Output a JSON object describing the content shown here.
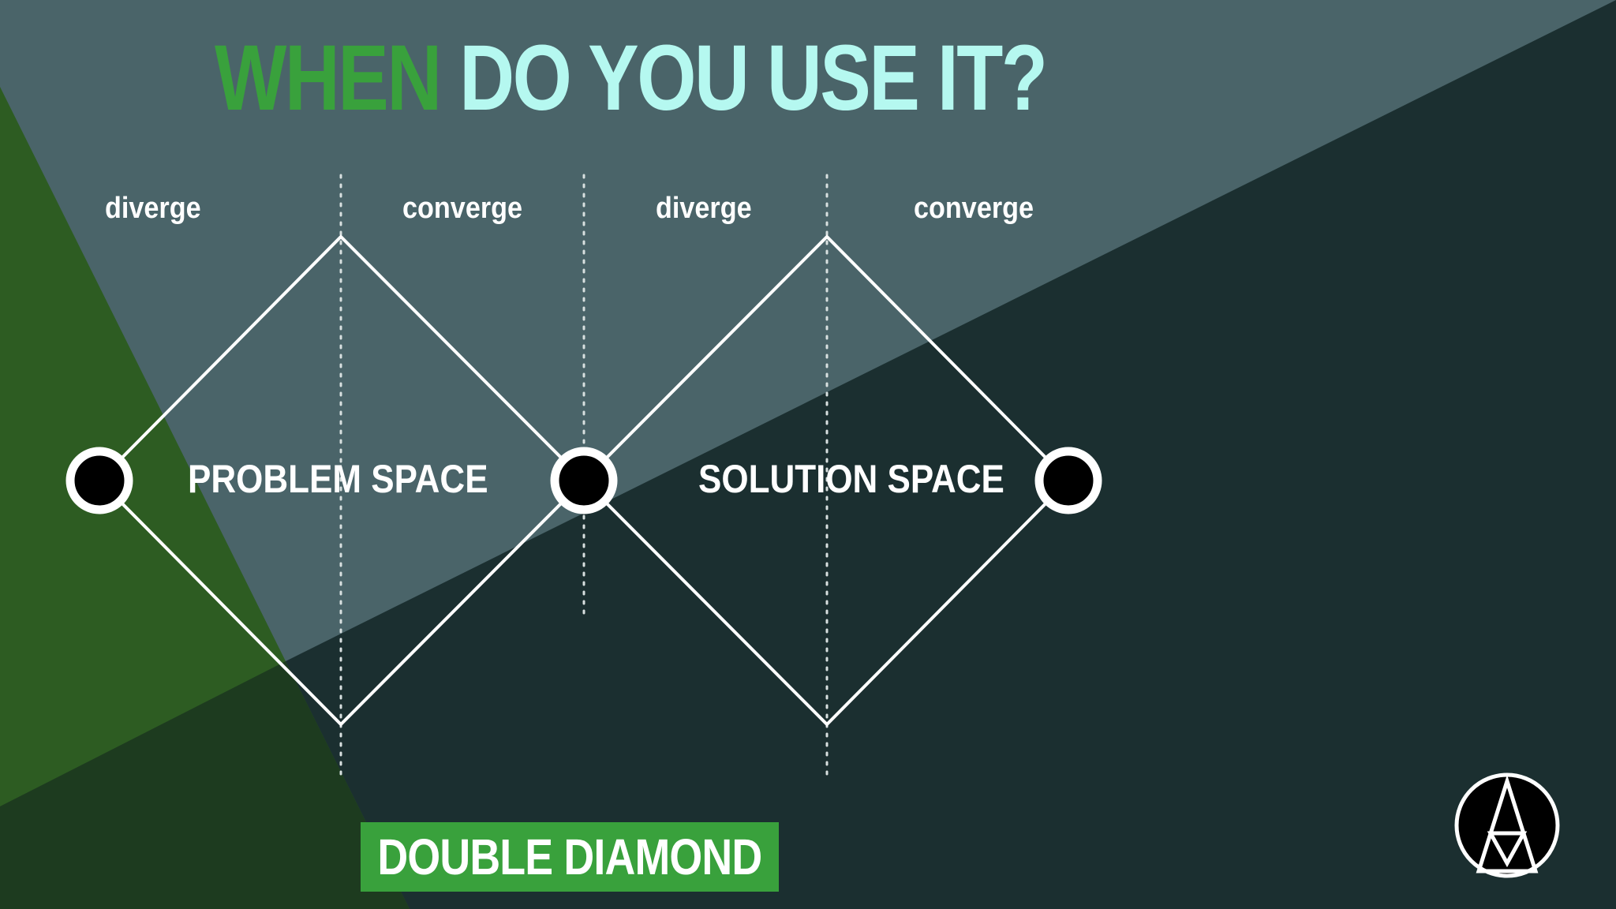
{
  "slide": {
    "title_highlight": "WHEN",
    "title_rest": "DO YOU USE IT?",
    "phases": [
      "diverge",
      "converge",
      "diverge",
      "converge"
    ],
    "spaces": {
      "problem": "PROBLEM SPACE",
      "solution": "SOLUTION SPACE"
    },
    "badge": "DOUBLE DIAMOND",
    "logo": "triangle-logo-icon"
  },
  "colors": {
    "background_dark": "#1b2f30",
    "background_light_band": "#4a6469",
    "green_band": "#2d5c22",
    "accent_green": "#39a13c",
    "title_cyan": "#b5f8f0",
    "line_white": "#ffffff",
    "node_fill": "#000000"
  }
}
